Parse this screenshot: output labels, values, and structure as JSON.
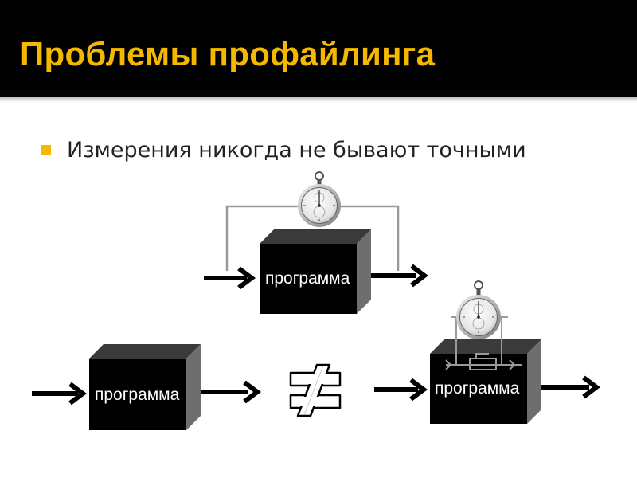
{
  "slide": {
    "title": "Проблемы профайлинга",
    "bullets": [
      {
        "text": "Измерения никогда не бывают точными"
      }
    ]
  },
  "diagram": {
    "box_label": "программа",
    "not_equal_symbol": "≠",
    "colors": {
      "accent": "#f5b800",
      "box_front": "#000000",
      "box_side": "#6e6e6e",
      "wire": "#999999"
    },
    "icons": [
      "stopwatch-icon",
      "arrow-right-icon",
      "not-equal-icon"
    ]
  }
}
